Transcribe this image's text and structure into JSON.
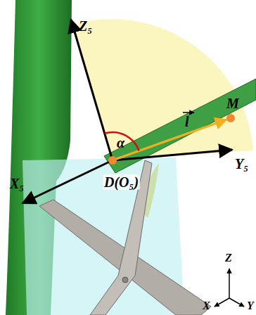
{
  "diagram": {
    "labels": [
      "Z₅",
      "M",
      "l",
      "α",
      "X₅",
      "Y₅",
      "D(O₅)",
      "Z",
      "X",
      "Y"
    ]
  }
}
